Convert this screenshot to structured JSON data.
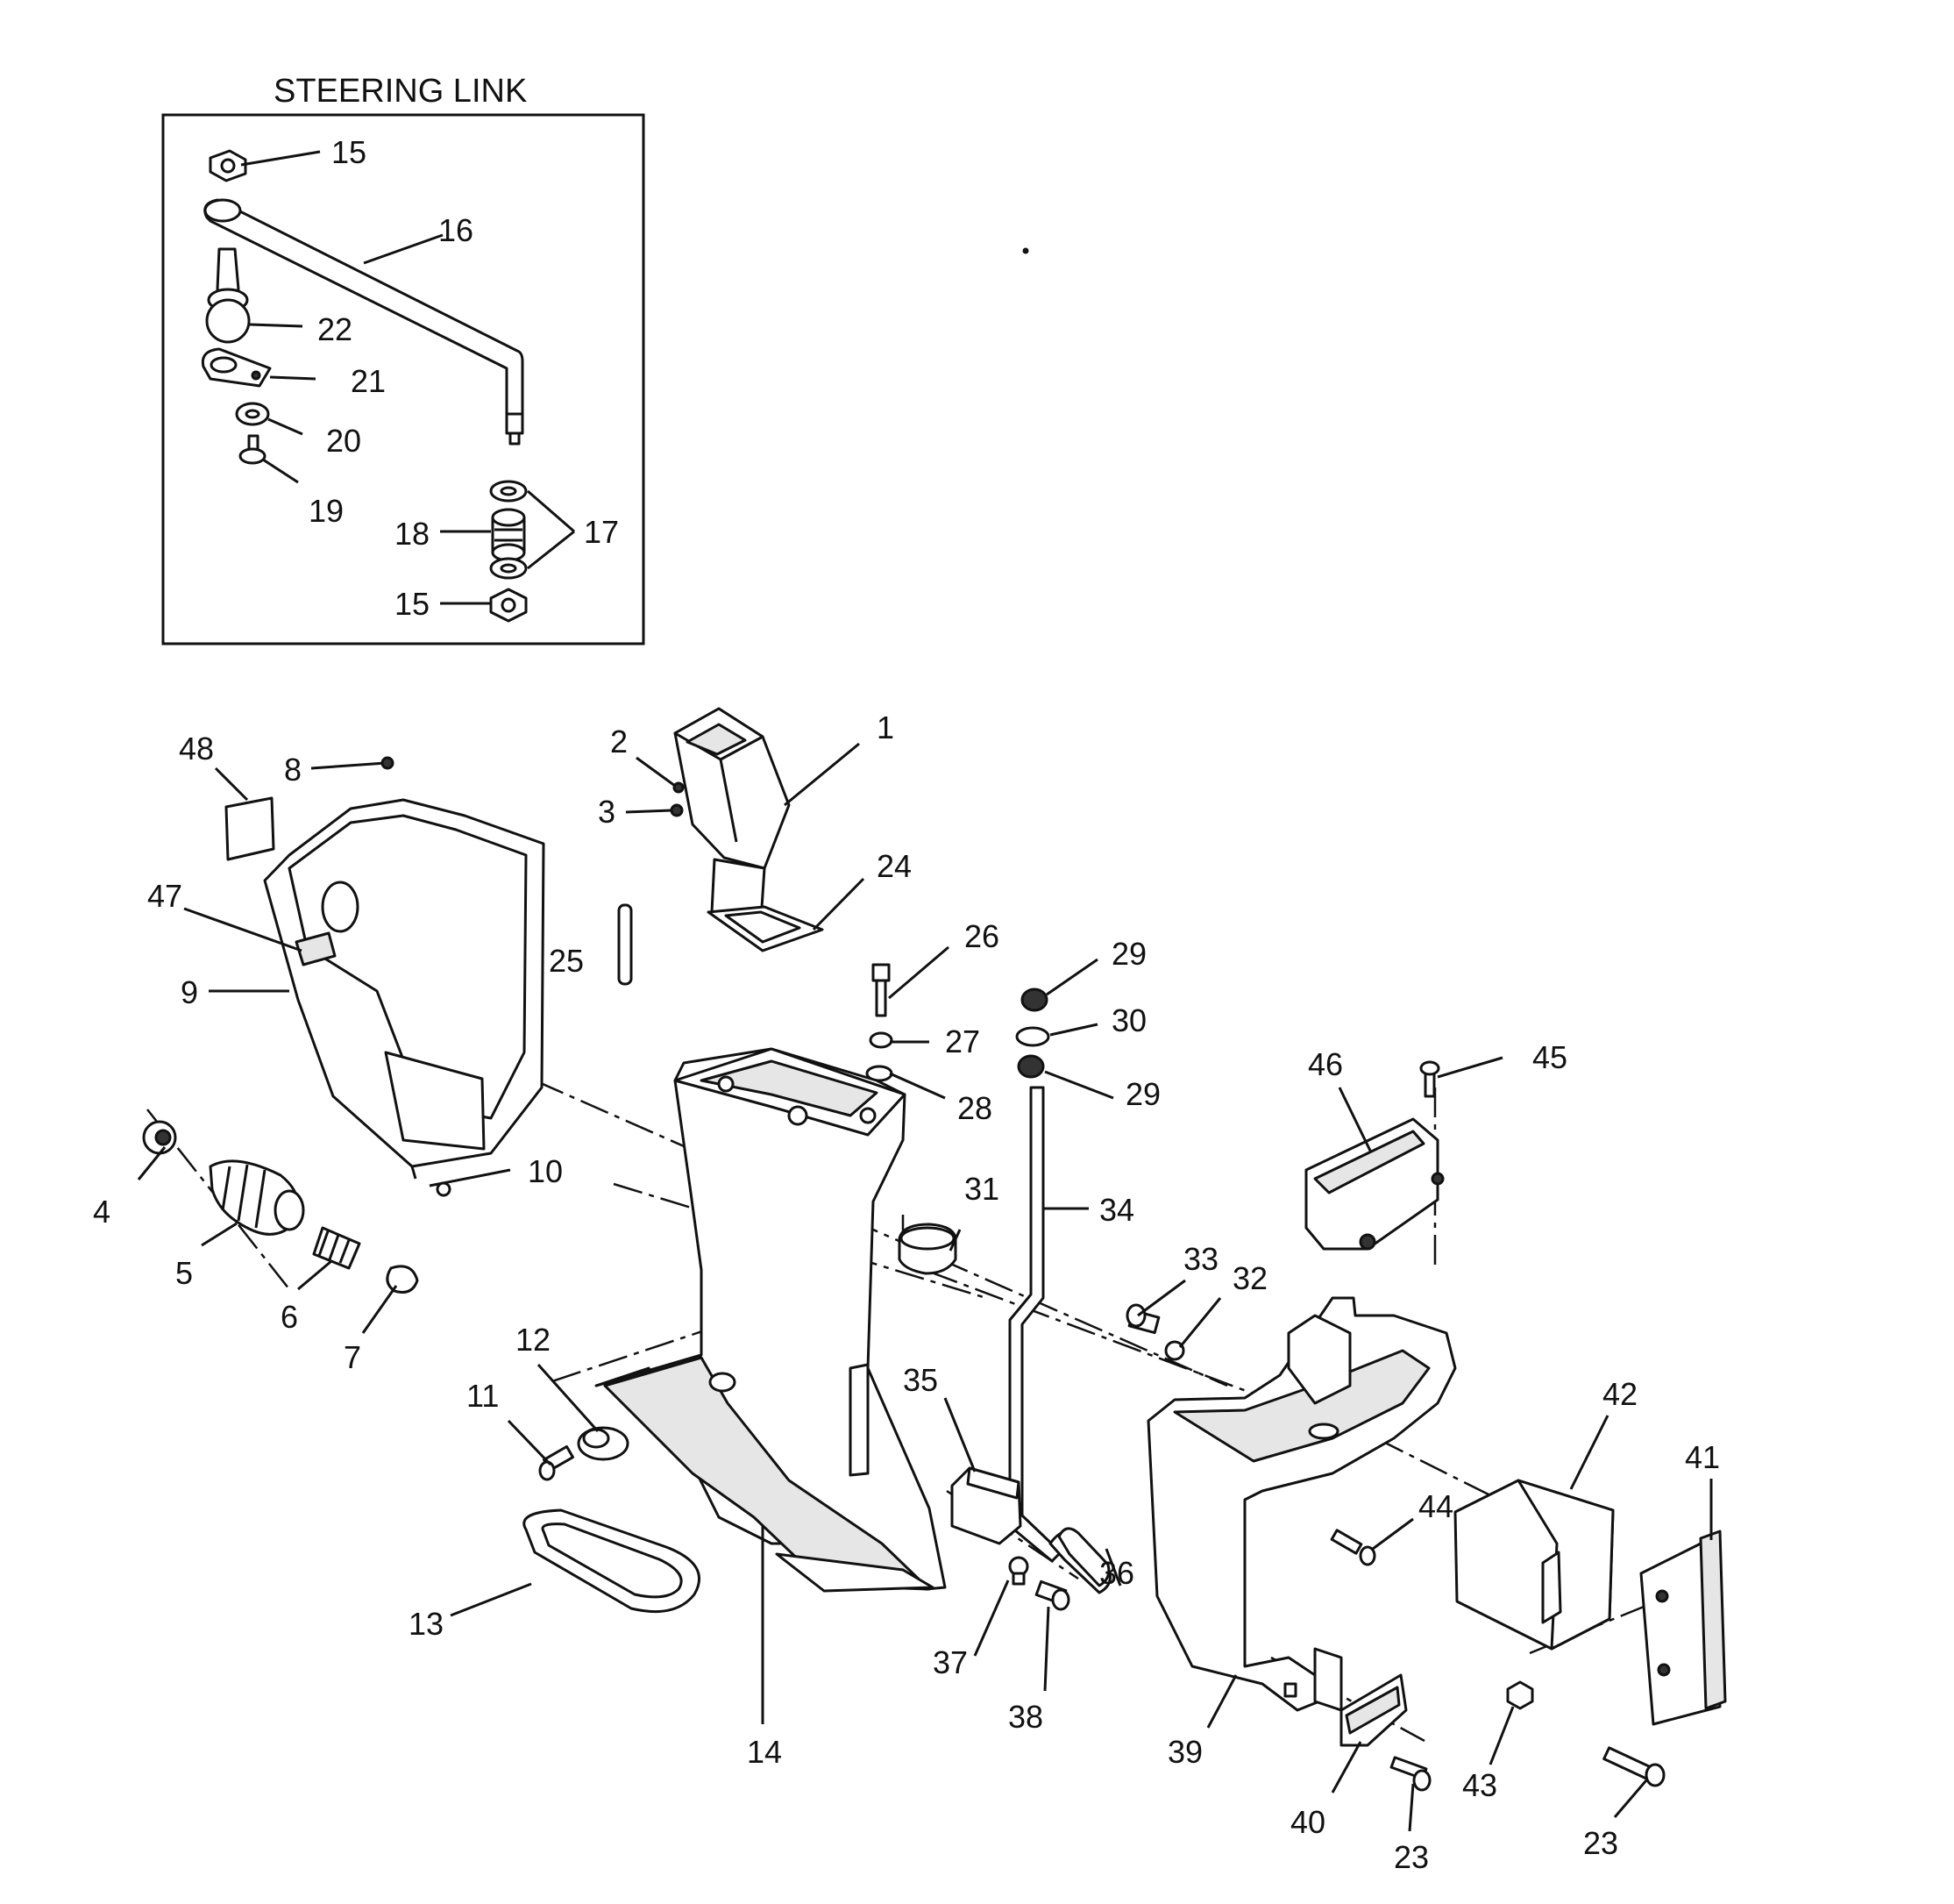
{
  "inset": {
    "title": "STEERING LINK",
    "labels": {
      "l15a": "15",
      "l16": "16",
      "l22": "22",
      "l21": "21",
      "l20": "20",
      "l19": "19",
      "l18": "18",
      "l17": "17",
      "l15b": "15"
    }
  },
  "labels": {
    "l1": "1",
    "l2": "2",
    "l3": "3",
    "l48": "48",
    "l8": "8",
    "l24": "24",
    "l47": "47",
    "l25": "25",
    "l26": "26",
    "l29a": "29",
    "l30": "30",
    "l27": "27",
    "l9": "9",
    "l28": "28",
    "l29b": "29",
    "l46": "46",
    "l45": "45",
    "l10": "10",
    "l31": "31",
    "l34": "34",
    "l4": "4",
    "l33": "33",
    "l32": "32",
    "l5": "5",
    "l6": "6",
    "l7": "7",
    "l12": "12",
    "l11": "11",
    "l35": "35",
    "l42": "42",
    "l41": "41",
    "l44": "44",
    "l36": "36",
    "l13": "13",
    "l37": "37",
    "l38": "38",
    "l14": "14",
    "l39": "39",
    "l43": "43",
    "l40": "40",
    "l23a": "23",
    "l23b": "23"
  }
}
